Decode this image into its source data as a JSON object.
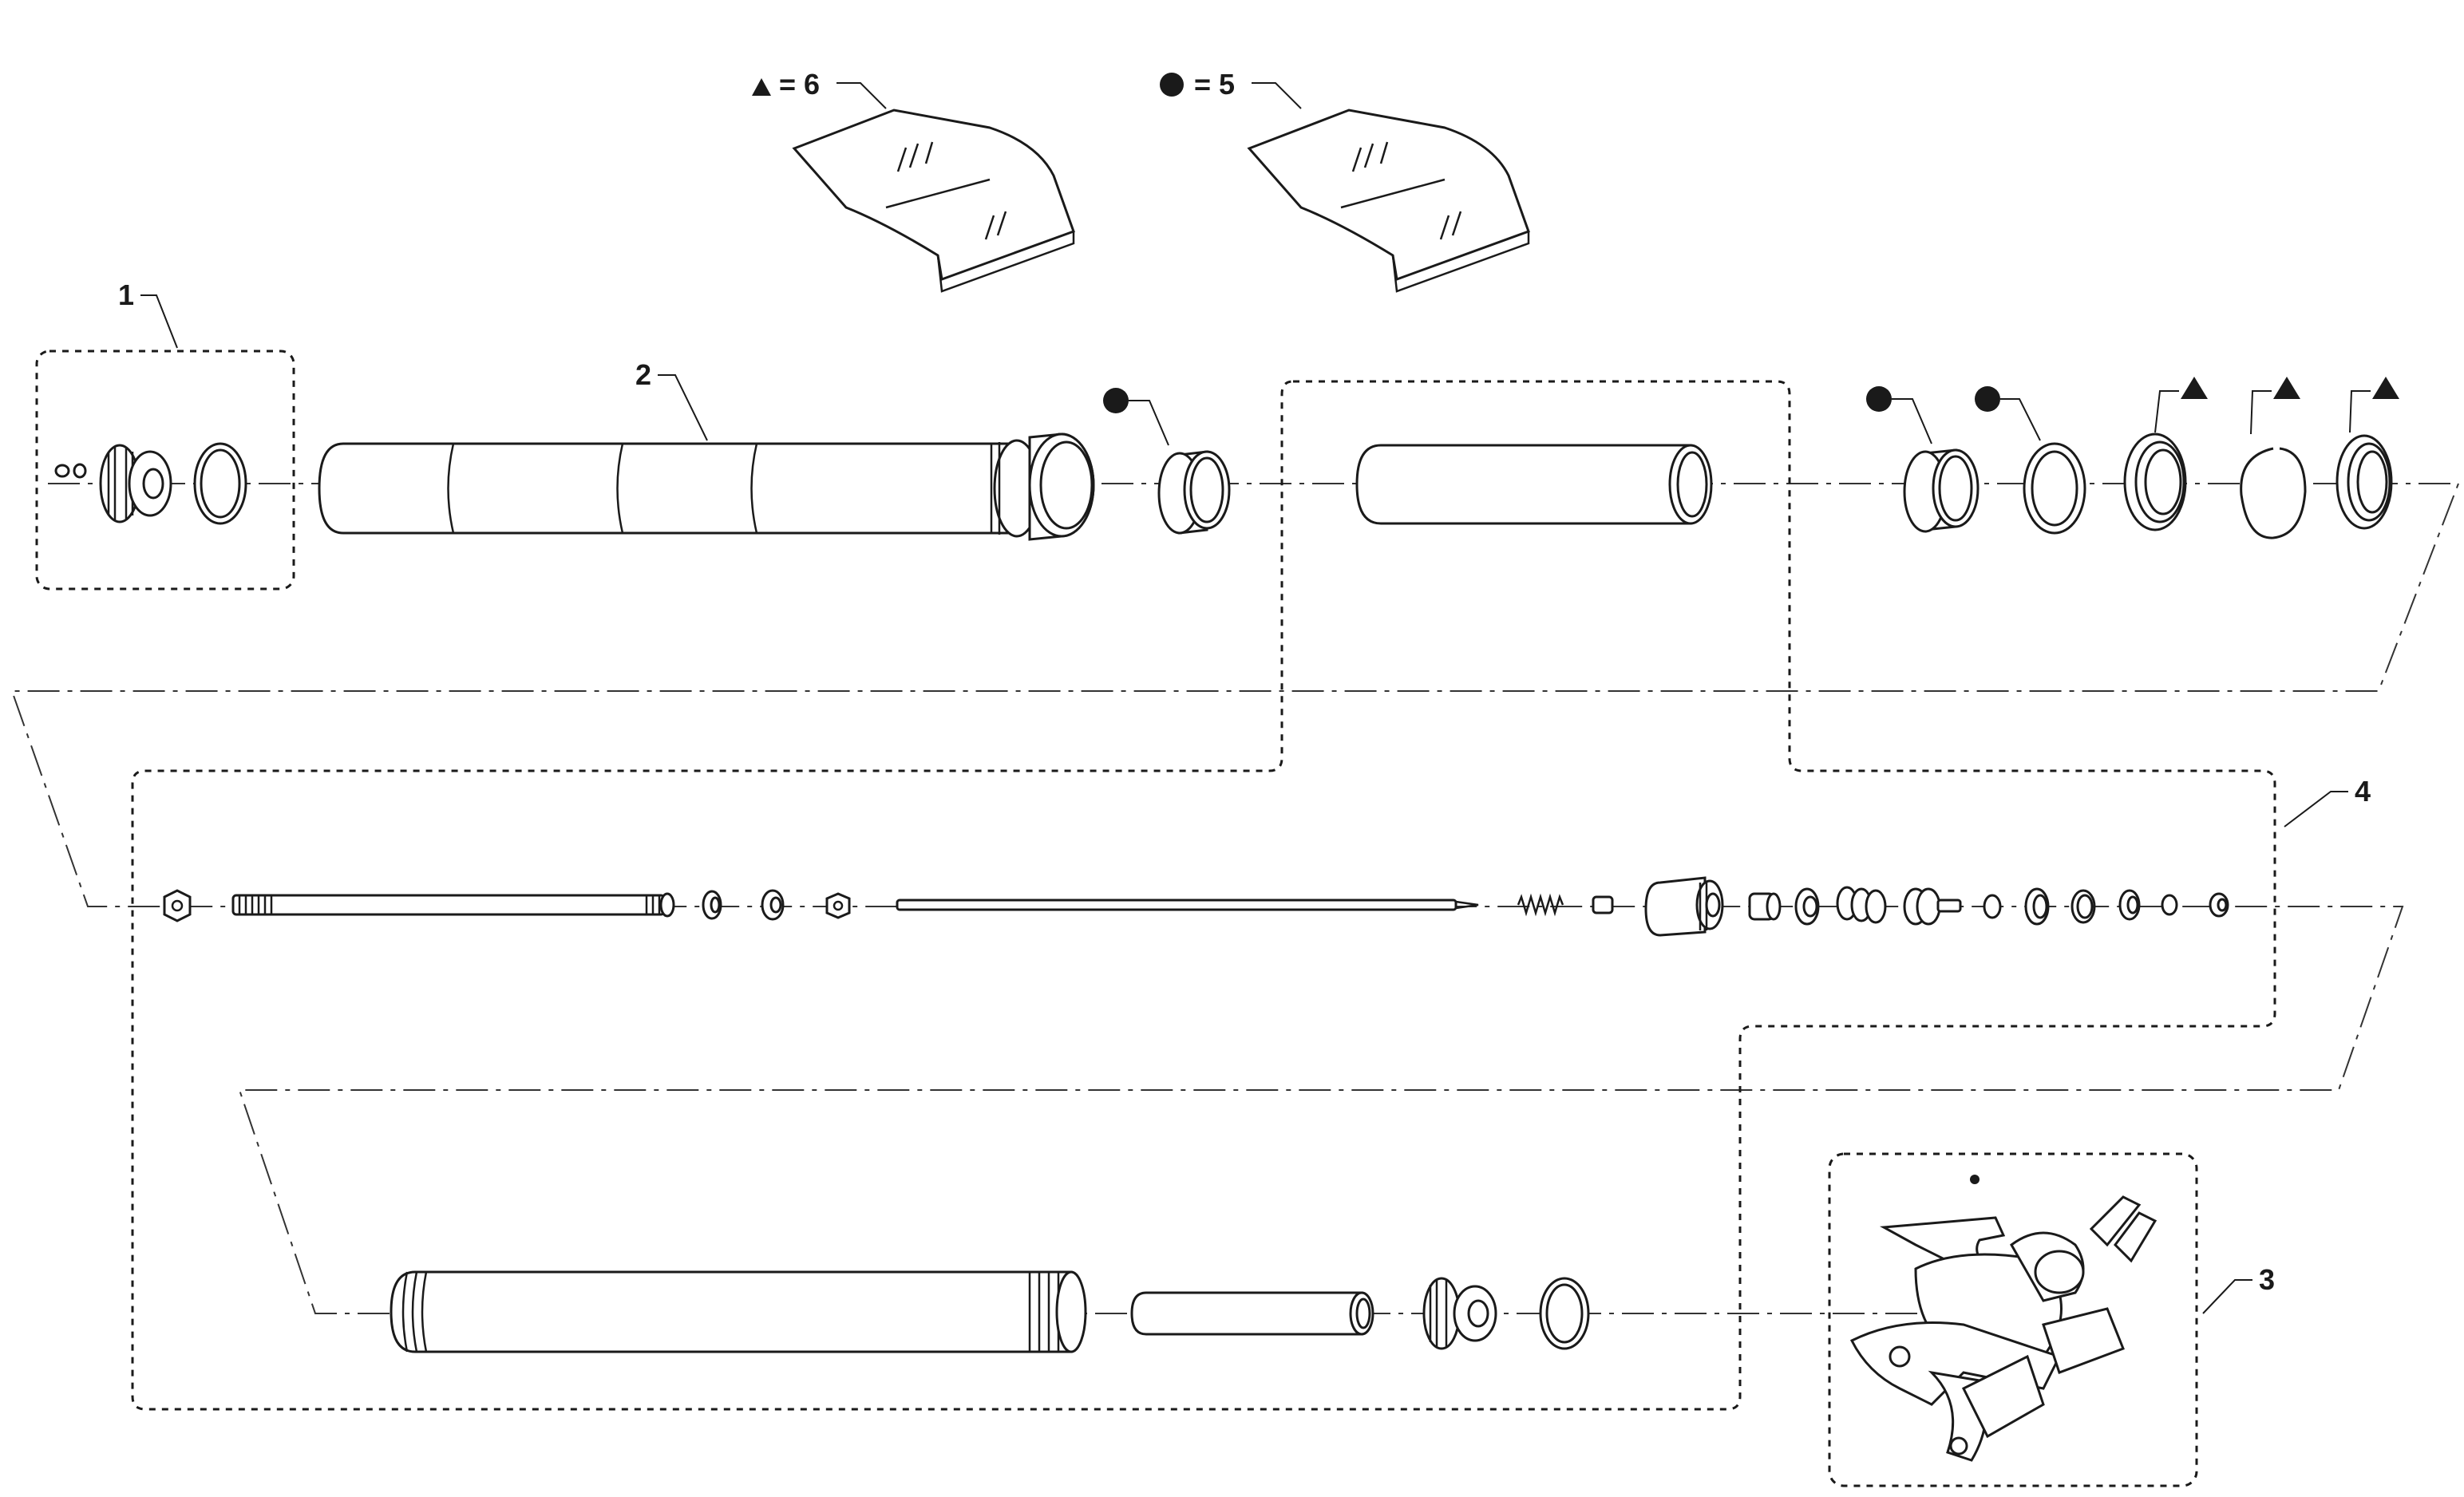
{
  "legend": {
    "triangle": {
      "symbol": "triangle",
      "text": "= 6"
    },
    "circle": {
      "symbol": "circle",
      "text": "= 5"
    }
  },
  "callouts": [
    {
      "id": "1",
      "label": "1"
    },
    {
      "id": "2",
      "label": "2"
    },
    {
      "id": "3",
      "label": "3"
    },
    {
      "id": "4",
      "label": "4"
    }
  ],
  "colors": {
    "line": "#1a1a1a",
    "background": "#ffffff"
  },
  "icons": [
    "triangle-symbol",
    "circle-symbol",
    "parts-bag-icon"
  ]
}
